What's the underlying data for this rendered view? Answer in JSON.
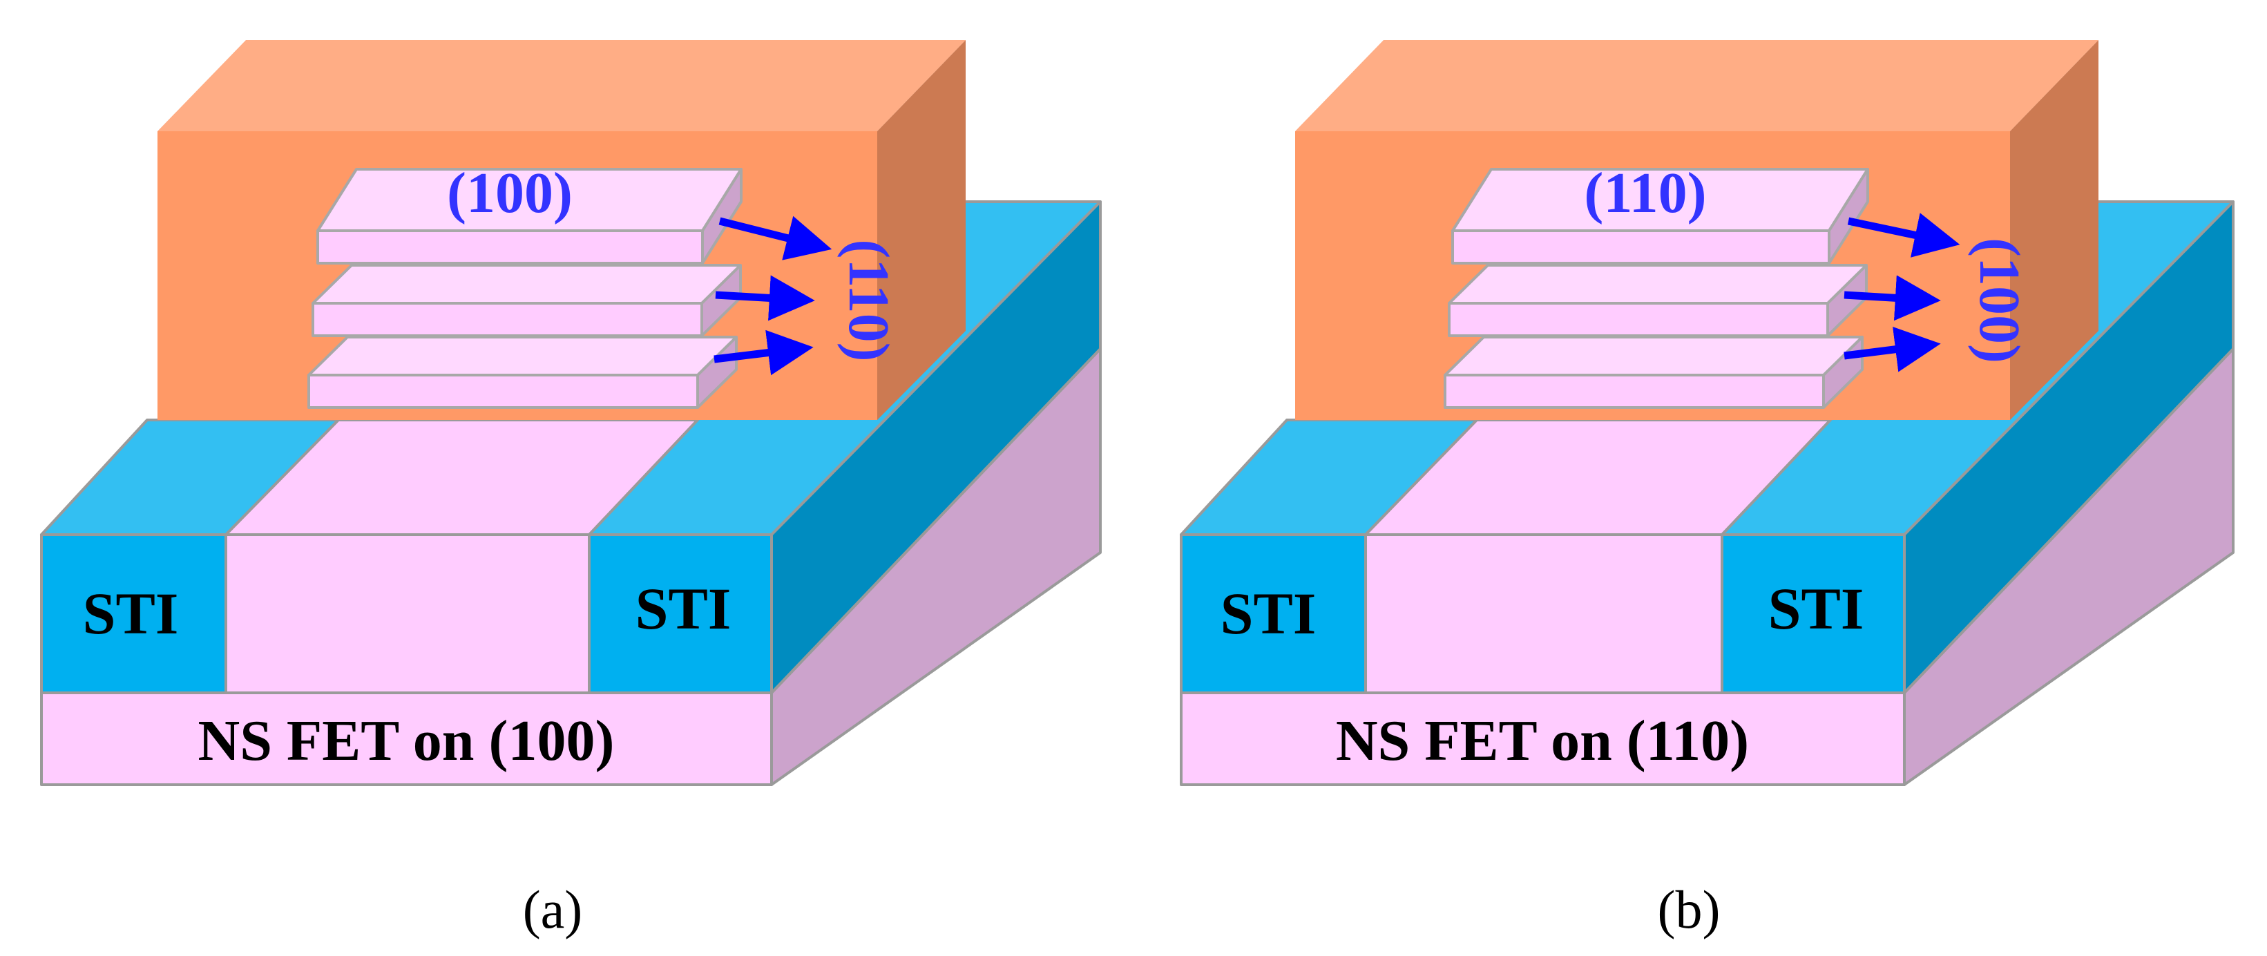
{
  "colors": {
    "substrate_front": "#FFCCFF",
    "substrate_side": "#CCA3CC",
    "sti_front": "#00B0F0",
    "sti_top": "#33BFF2",
    "sti_side": "#008CC0",
    "gate_front": "#FF9966",
    "gate_top": "#FFAD85",
    "gate_side": "#CC7A52",
    "sheet_front": "#FFCCFF",
    "sheet_top": "#FFD9FF",
    "sheet_side": "#CCA3CC",
    "arrow": "#0000FF",
    "plane_label": "#3333FF",
    "text": "#000000"
  },
  "panels": [
    {
      "id": "a",
      "caption": "(a)",
      "substrate_label": "NS FET on (100)",
      "sti_left_label": "STI",
      "sti_right_label": "STI",
      "top_surface_plane": "(100)",
      "sidewall_plane": "(110)",
      "sheet_count": 3
    },
    {
      "id": "b",
      "caption": "(b)",
      "substrate_label": "NS FET on (110)",
      "sti_left_label": "STI",
      "sti_right_label": "STI",
      "top_surface_plane": "(110)",
      "sidewall_plane": "(100)",
      "sheet_count": 3
    }
  ]
}
